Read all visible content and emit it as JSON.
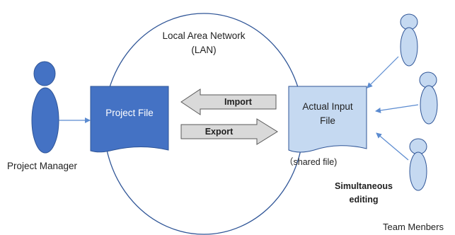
{
  "lan": {
    "title_line1": "Local Area Network",
    "title_line2": "(LAN)"
  },
  "project_file": {
    "label": "Project File",
    "fill": "#4472c4"
  },
  "actual_input_file": {
    "line1": "Actual Input",
    "line2": "File",
    "fill": "#c5d9f1",
    "note": "（shared file)"
  },
  "arrows": {
    "import_label": "Import",
    "export_label": "Export",
    "fill": "#d9d9d9"
  },
  "actors": {
    "project_manager_label": "Project Manager",
    "team_members_label": "Team Menbers",
    "manager_fill": "#4472c4",
    "member_fill": "#c5d9f1"
  },
  "editing": {
    "line1": "Simultaneous",
    "line2": "editing"
  },
  "colors": {
    "outline": "#2f5597",
    "connector": "#5b8bd0"
  }
}
